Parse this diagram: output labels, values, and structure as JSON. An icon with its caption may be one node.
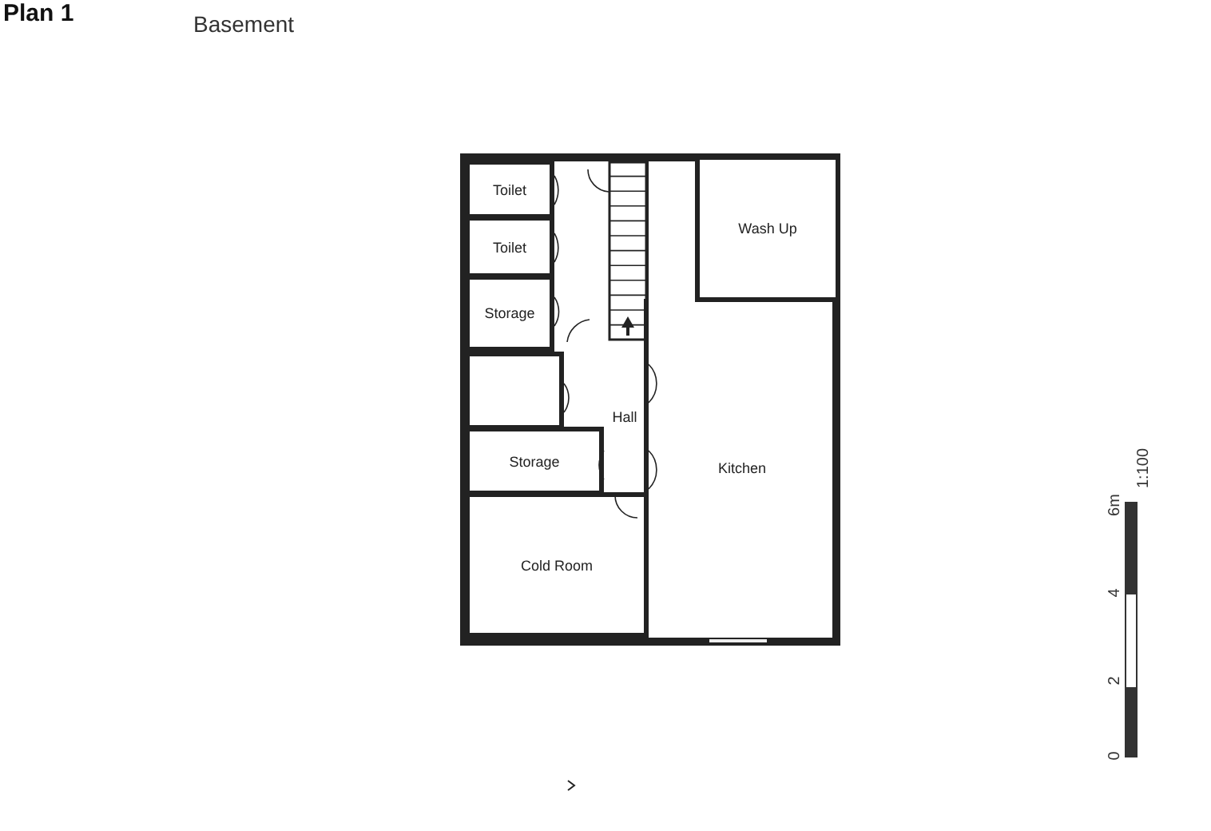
{
  "diagram": {
    "title": "Plan 1",
    "nodes": [
      {
        "text": [
          "Toilet"
        ]
      },
      {
        "text": [
          "Toilet"
        ]
      },
      {
        "text": [
          "Storage"
        ]
      },
      {
        "text": [],
        "shape": "box"
      },
      {
        "text": [
          "Hall"
        ]
      },
      {
        "text": [
          "Wash Up"
        ]
      },
      {
        "text": [
          "Storage"
        ]
      },
      {
        "text": [
          "Kitchen"
        ]
      },
      {
        "text": [
          "Cold Room"
        ]
      }
    ],
    "labels": [
      "Basement",
      "1:100",
      "6m",
      "4",
      "2",
      "0"
    ]
  }
}
